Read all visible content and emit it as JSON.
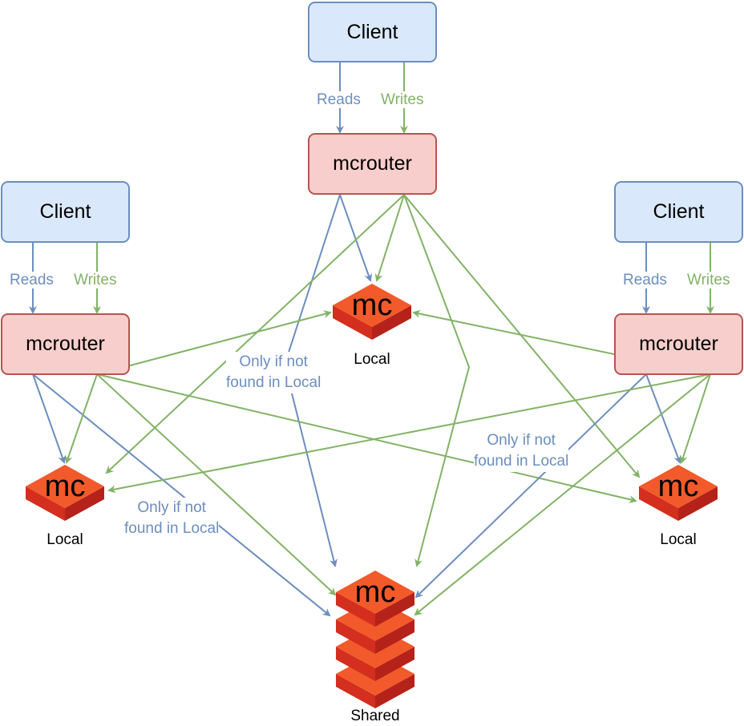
{
  "colors": {
    "read": "#6c8ebf",
    "write": "#82b366",
    "client_fill": "#dae8fc",
    "router_fill": "#f8cecc",
    "router_border": "#b85450",
    "mc_top": "#f25a2b",
    "mc_side": "#d32e1e",
    "mc_front": "#b5221a"
  },
  "icons": {
    "memcached": "memcached-server-icon"
  },
  "clients": {
    "top": "Client",
    "left": "Client",
    "right": "Client"
  },
  "routers": {
    "top": "mcrouter",
    "left": "mcrouter",
    "right": "mcrouter"
  },
  "edge_labels": {
    "reads": "Reads",
    "writes": "Writes"
  },
  "notes": {
    "center": {
      "line1": "Only if not",
      "line2": "found in Local"
    },
    "right": {
      "line1": "Only if not",
      "line2": "found in Local"
    },
    "left": {
      "line1": "Only if not",
      "line2": "found in Local"
    }
  },
  "mc_text": "mc",
  "caches": {
    "local_top": "Local",
    "local_left": "Local",
    "local_right": "Local",
    "shared": "Shared"
  }
}
